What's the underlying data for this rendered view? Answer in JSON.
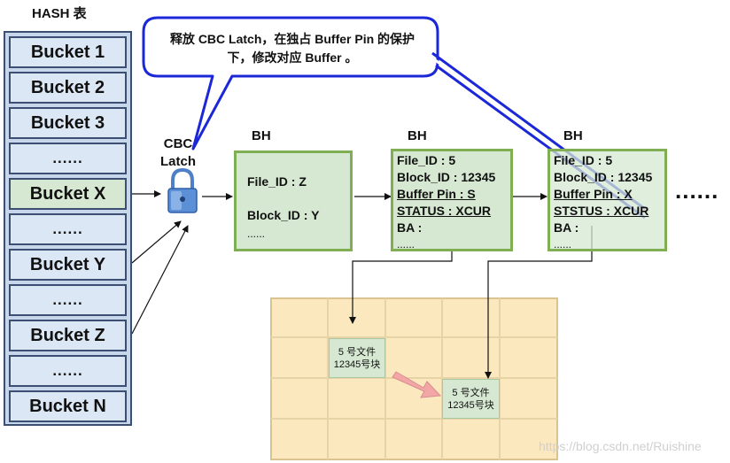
{
  "hash_title": "HASH 表",
  "buckets": [
    {
      "label": "Bucket 1"
    },
    {
      "label": "Bucket 2"
    },
    {
      "label": "Bucket 3"
    },
    {
      "label": "......"
    },
    {
      "label": "Bucket X"
    },
    {
      "label": "......"
    },
    {
      "label": "Bucket Y"
    },
    {
      "label": "......"
    },
    {
      "label": "Bucket Z"
    },
    {
      "label": "......"
    },
    {
      "label": "Bucket N"
    }
  ],
  "callout": {
    "line1": "释放 CBC Latch，在独占 Buffer Pin 的保护",
    "line2": "下，修改对应 Buffer 。"
  },
  "cbc_latch": {
    "line1": "CBC",
    "line2": "Latch"
  },
  "buffer_headers": [
    {
      "title": "BH",
      "lines": [
        "File_ID : Z",
        "Block_ID : Y",
        "......"
      ]
    },
    {
      "title": "BH",
      "lines": [
        "File_ID : 5",
        "Block_ID : 12345",
        "Buffer Pin :  S",
        "STATUS :  XCUR",
        "BA :",
        "......"
      ]
    },
    {
      "title": "BH",
      "lines": [
        "File_ID : 5",
        "Block_ID : 12345",
        "Buffer Pin :  X",
        "STSTUS :  XCUR",
        "BA :",
        "......"
      ]
    }
  ],
  "more_dots": "......",
  "blocks": [
    {
      "line1": "5 号文件",
      "line2": "12345号块"
    },
    {
      "line1": "5 号文件",
      "line2": "12345号块"
    }
  ],
  "watermark": "https://blog.csdn.net/Ruishine",
  "colors": {
    "bucket_fill": "#dce7f5",
    "bucket_border": "#3b4f73",
    "bh_fill": "#d6e8d2",
    "bh_border": "#7faf52",
    "grid_fill": "#fbe8bf",
    "callout_border": "#1c27d8",
    "move_arrow": "#f2a6a6"
  }
}
